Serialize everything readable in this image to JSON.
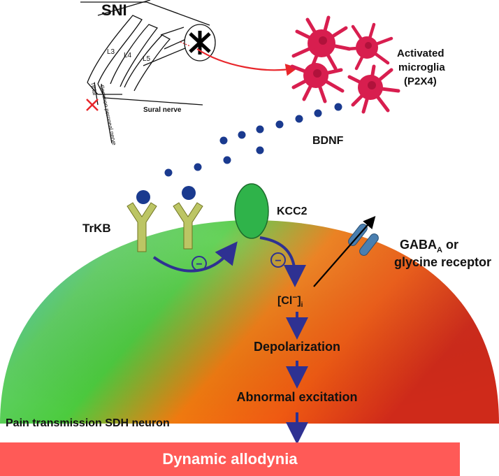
{
  "nerve": {
    "sni": "SNI",
    "l3": "L3",
    "l4": "L4",
    "l5": "L5",
    "sural": "Sural nerve",
    "tibial": "Tibial",
    "peroneal": "Common peroneal nerve"
  },
  "microglia": {
    "line1": "Activated",
    "line2": "microglia",
    "line3": "(P2X4)",
    "color": "#d81e4f"
  },
  "bdnf": {
    "label": "BDNF",
    "dot_color": "#1a3a8f"
  },
  "trkb": {
    "label": "TrKB",
    "color": "#bcc564"
  },
  "kcc2": {
    "label": "KCC2",
    "color": "#2fb34a"
  },
  "gaba": {
    "main": "GABA",
    "sub": "A",
    "suffix": " or",
    "line2": "glycine receptor",
    "color": "#4a7fb0"
  },
  "inhibit_symbol": "−",
  "cascade": {
    "chloride_main": "[Cl",
    "chloride_sup": "−",
    "chloride_close": "]",
    "chloride_sub": "i",
    "depolarization": "Depolarization",
    "abnormal": "Abnormal excitation"
  },
  "neuron": {
    "label": "Pain transmission SDH neuron"
  },
  "outcome": {
    "label": "Dynamic allodynia",
    "color": "#ff5a57"
  },
  "arrow_color": "#2e3192"
}
